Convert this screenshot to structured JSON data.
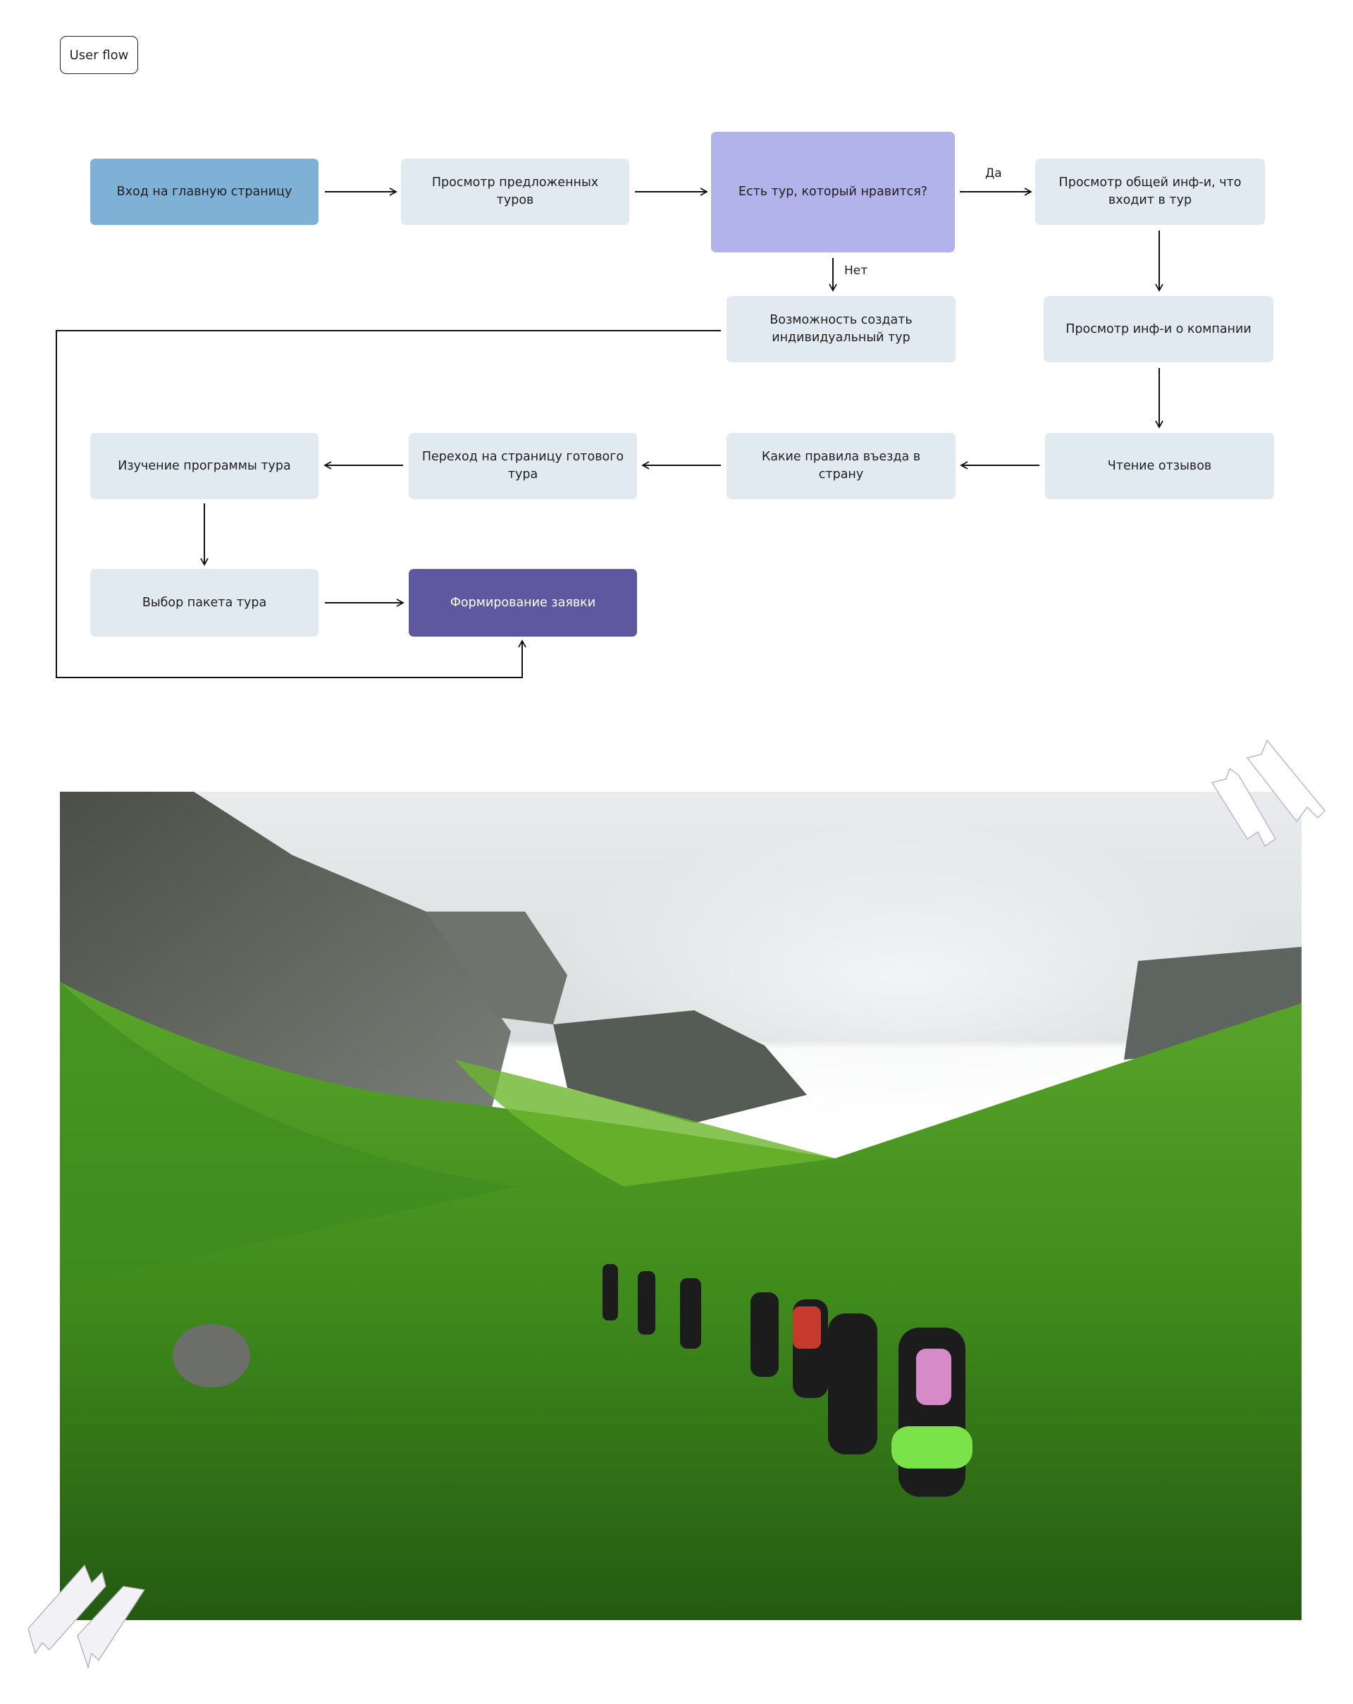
{
  "tag": "User flow",
  "nodes": {
    "home": "Вход на главную страницу",
    "browse": "Просмотр предложенных туров",
    "question": "Есть тур, который нравится?",
    "general_info": "Просмотр общей инф-и, что входит в тур",
    "custom_tour": "Возможность создать индивидуальный тур",
    "company_info": "Просмотр инф-и о компании",
    "reviews": "Чтение отзывов",
    "entry_rules": "Какие правила въезда в страну",
    "tour_page": "Переход на страницу готового тура",
    "program": "Изучение программы тура",
    "package": "Выбор пакета тура",
    "request": "Формирование заявки"
  },
  "labels": {
    "yes": "Да",
    "no": "Нет"
  },
  "colors": {
    "start": "#7fb0d5",
    "step": "#e1eaf0",
    "decision": "#b3b3ec",
    "final": "#5d58a0"
  }
}
